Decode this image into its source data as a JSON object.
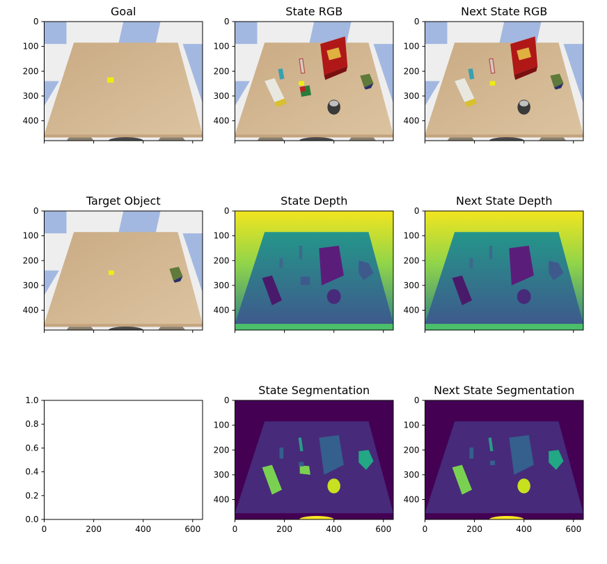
{
  "chart_data": [
    {
      "type": "image",
      "title": "Goal",
      "xlim": [
        0,
        640
      ],
      "ylim": [
        480,
        0
      ],
      "x_ticks": [
        0,
        200,
        400,
        600
      ],
      "y_ticks": [
        0,
        100,
        200,
        300,
        400
      ],
      "x_tick_labels": [],
      "y_tick_labels": [
        "0",
        "100",
        "200",
        "300",
        "400"
      ],
      "content": "scene_rgb_goal"
    },
    {
      "type": "image",
      "title": "State RGB",
      "xlim": [
        0,
        640
      ],
      "ylim": [
        480,
        0
      ],
      "x_ticks": [
        0,
        200,
        400,
        600
      ],
      "y_ticks": [
        0,
        100,
        200,
        300,
        400
      ],
      "x_tick_labels": [],
      "y_tick_labels": [
        "0",
        "100",
        "200",
        "300",
        "400"
      ],
      "content": "scene_rgb_state"
    },
    {
      "type": "image",
      "title": "Next State RGB",
      "xlim": [
        0,
        640
      ],
      "ylim": [
        480,
        0
      ],
      "x_ticks": [
        0,
        200,
        400,
        600
      ],
      "y_ticks": [
        0,
        100,
        200,
        300,
        400
      ],
      "x_tick_labels": [],
      "y_tick_labels": [
        "0",
        "100",
        "200",
        "300",
        "400"
      ],
      "content": "scene_rgb_next"
    },
    {
      "type": "image",
      "title": "Target Object",
      "xlim": [
        0,
        640
      ],
      "ylim": [
        480,
        0
      ],
      "x_ticks": [
        0,
        200,
        400,
        600
      ],
      "y_ticks": [
        0,
        100,
        200,
        300,
        400
      ],
      "x_tick_labels": [],
      "y_tick_labels": [
        "0",
        "100",
        "200",
        "300",
        "400"
      ],
      "content": "scene_rgb_target"
    },
    {
      "type": "image",
      "title": "State Depth",
      "xlim": [
        0,
        640
      ],
      "ylim": [
        480,
        0
      ],
      "x_ticks": [
        0,
        200,
        400,
        600
      ],
      "y_ticks": [
        0,
        100,
        200,
        300,
        400
      ],
      "x_tick_labels": [],
      "y_tick_labels": [
        "0",
        "100",
        "200",
        "300",
        "400"
      ],
      "content": "depth_state"
    },
    {
      "type": "image",
      "title": "Next State Depth",
      "xlim": [
        0,
        640
      ],
      "ylim": [
        480,
        0
      ],
      "x_ticks": [
        0,
        200,
        400,
        600
      ],
      "y_ticks": [
        0,
        100,
        200,
        300,
        400
      ],
      "x_tick_labels": [],
      "y_tick_labels": [
        "0",
        "100",
        "200",
        "300",
        "400"
      ],
      "content": "depth_next"
    },
    {
      "type": "empty",
      "title": "",
      "xlim": [
        0,
        640
      ],
      "ylim": [
        0,
        1
      ],
      "x_ticks": [
        0,
        200,
        400,
        600
      ],
      "y_ticks": [
        0,
        0.2,
        0.4,
        0.6,
        0.8,
        1.0
      ],
      "x_tick_labels": [
        "0",
        "200",
        "400",
        "600"
      ],
      "y_tick_labels": [
        "0.0",
        "0.2",
        "0.4",
        "0.6",
        "0.8",
        "1.0"
      ],
      "content": "none"
    },
    {
      "type": "image",
      "title": "State Segmentation",
      "xlim": [
        0,
        640
      ],
      "ylim": [
        480,
        0
      ],
      "x_ticks": [
        0,
        200,
        400,
        600
      ],
      "y_ticks": [
        0,
        100,
        200,
        300,
        400
      ],
      "x_tick_labels": [
        "0",
        "200",
        "400",
        "600"
      ],
      "y_tick_labels": [
        "0",
        "100",
        "200",
        "300",
        "400"
      ],
      "content": "seg_state"
    },
    {
      "type": "image",
      "title": "Next State Segmentation",
      "xlim": [
        0,
        640
      ],
      "ylim": [
        480,
        0
      ],
      "x_ticks": [
        0,
        200,
        400,
        600
      ],
      "y_ticks": [
        0,
        100,
        200,
        300,
        400
      ],
      "x_tick_labels": [
        "0",
        "200",
        "400",
        "600"
      ],
      "y_tick_labels": [
        "0",
        "100",
        "200",
        "300",
        "400"
      ],
      "content": "seg_next"
    }
  ],
  "colors": {
    "sky_blue": "#a3b8e0",
    "sky_light": "#eeeeee",
    "table": "#d3b894",
    "depth_top": "#f2e51f",
    "depth_bottom": "#3e5a8c",
    "depth_table": "#24968a",
    "seg_bg": "#440154",
    "seg_table": "#472a7a",
    "seg_green": "#22a884",
    "seg_lime": "#7ad151",
    "seg_yellow": "#fde725",
    "seg_blue": "#355f8d"
  }
}
